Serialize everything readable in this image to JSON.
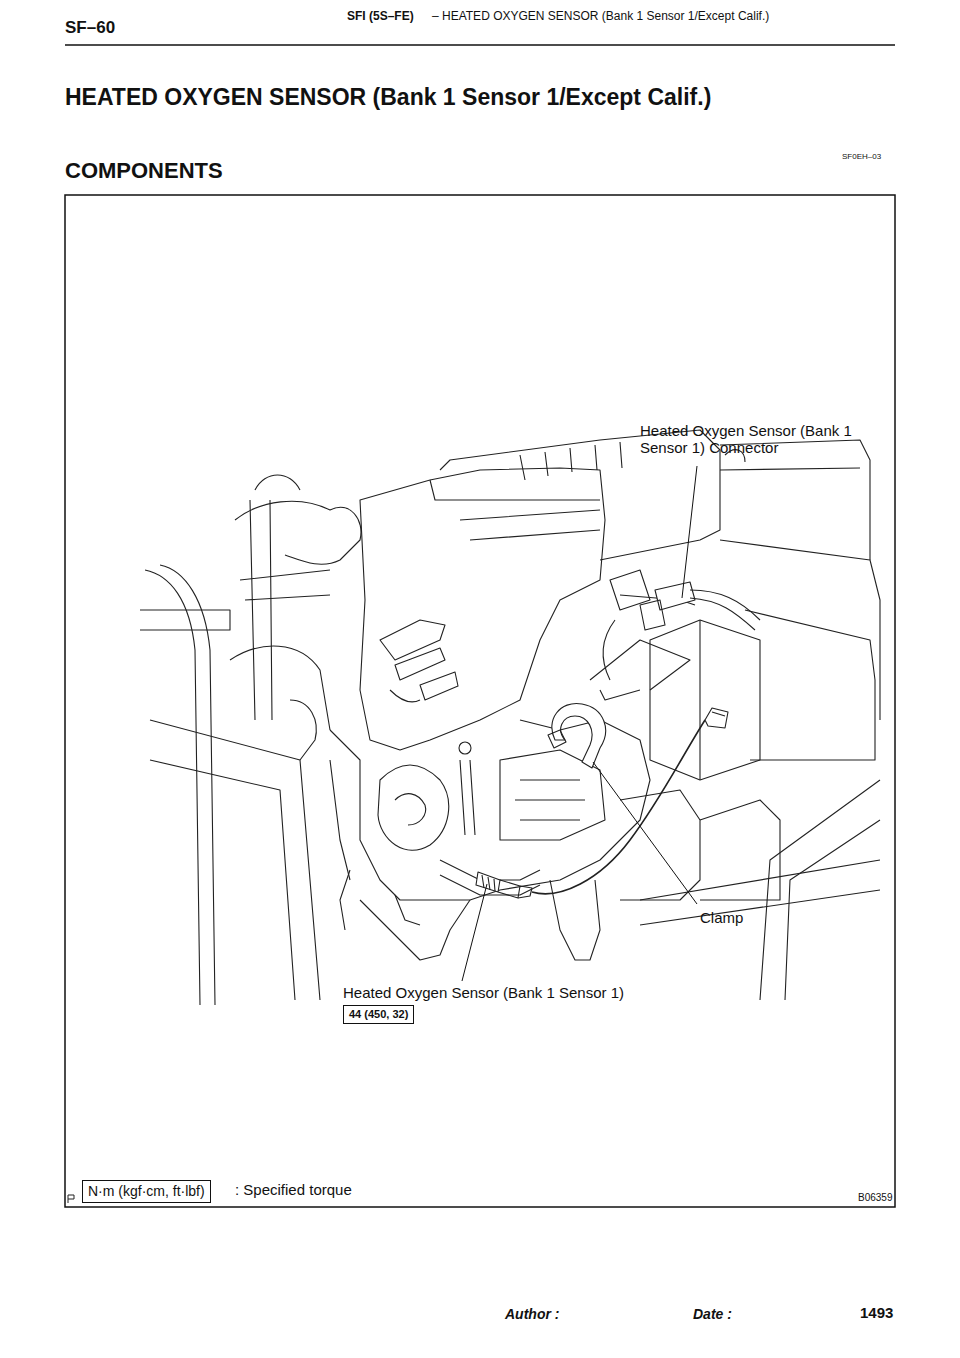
{
  "diagram": {
    "title": "HEATED OXYGEN SENSOR (Bank 1 Sensor 1/Except Calif.)",
    "nodes": [
      {
        "text": [
          "44 (450, 32)"
        ]
      },
      {
        "text": [
          "N·m (kgf·cm, ft·lbf)"
        ]
      }
    ],
    "labels": [
      "SF–60",
      "SFI (5S–FE)",
      "– HEATED OXYGEN SENSOR (Bank 1 Sensor 1/Except Calif.)",
      "SF0EH–03",
      "COMPONENTS",
      "Heated Oxygen Sensor (Bank 1 Sensor 1) Connector",
      "Clamp",
      "Heated Oxygen Sensor (Bank 1 Sensor 1)",
      ": Specified torque",
      "B06359",
      "Author :",
      "Date :",
      "1493"
    ]
  }
}
